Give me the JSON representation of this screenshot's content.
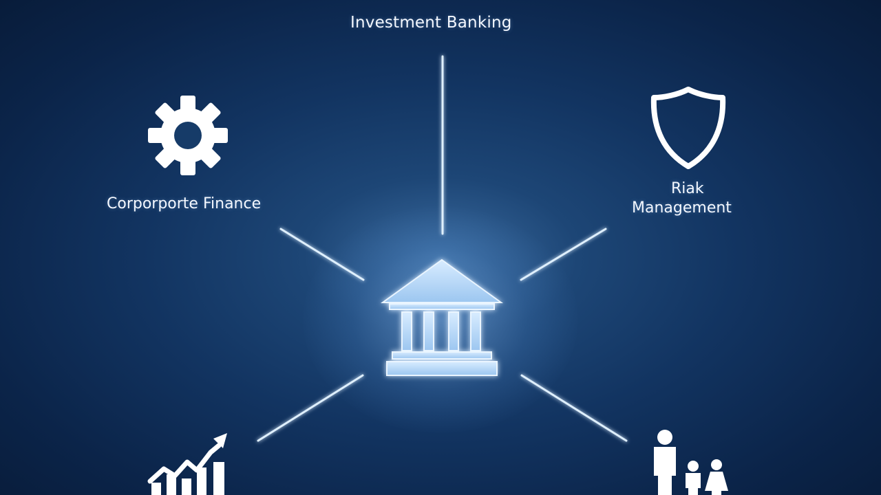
{
  "diagram": {
    "center_node": {
      "icon": "bank-building-icon"
    },
    "nodes": [
      {
        "id": "investment",
        "label": "Investment Banking",
        "icon": null
      },
      {
        "id": "corporate",
        "label": "Corporporte Finance",
        "icon": "gear-icon"
      },
      {
        "id": "risk",
        "label_line1": "Riak",
        "label_line2": "Management",
        "icon": "shield-icon"
      },
      {
        "id": "growth",
        "label": "",
        "icon": "growth-chart-icon"
      },
      {
        "id": "family",
        "label": "",
        "icon": "family-icon"
      }
    ]
  },
  "colors": {
    "background_dark": "#081c3a",
    "background_mid": "#123461",
    "glow": "#9fd0ff",
    "icon_white": "#ffffff"
  }
}
